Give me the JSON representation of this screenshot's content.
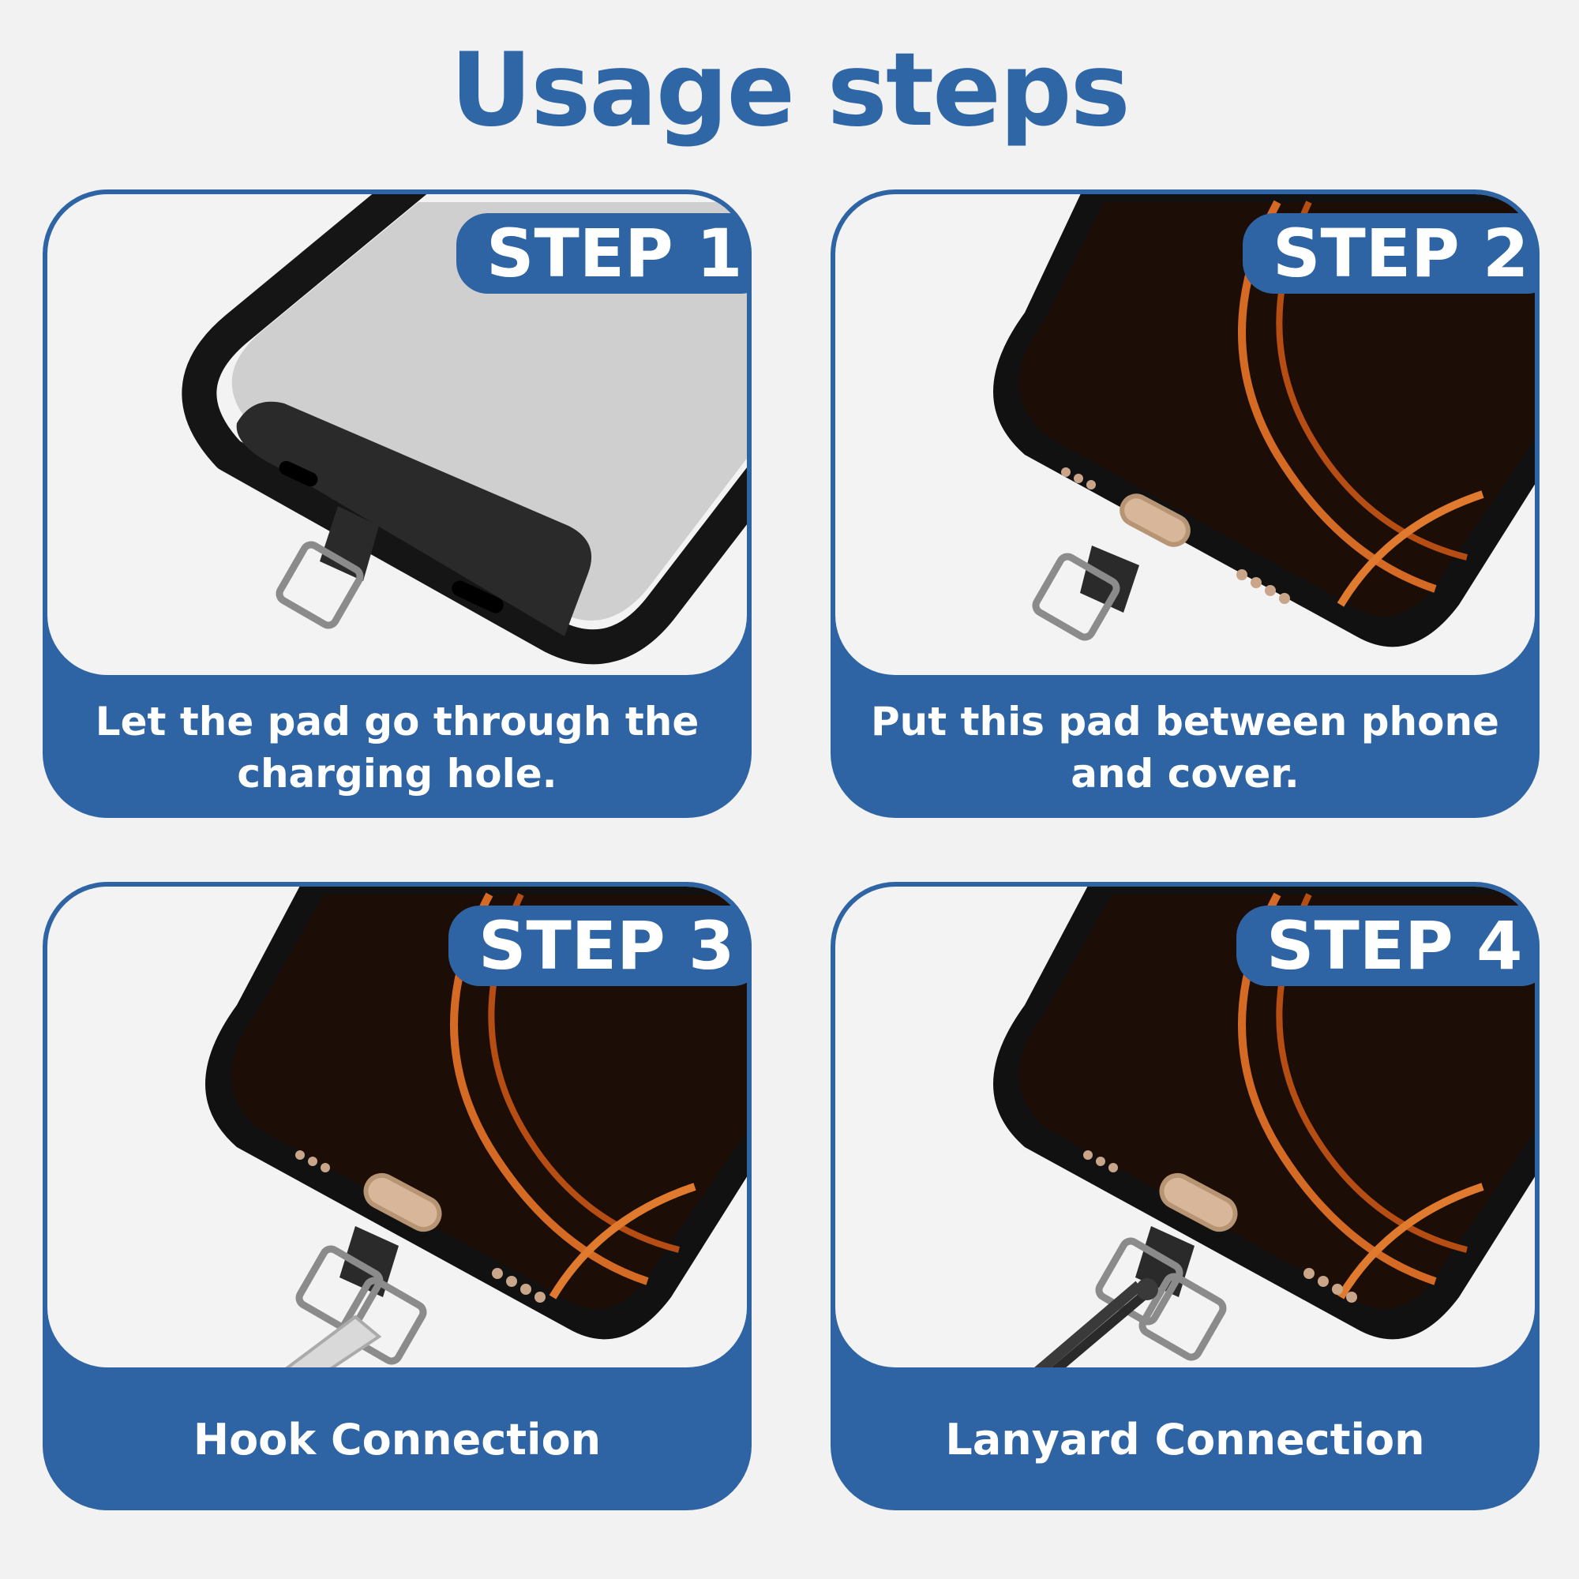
{
  "page": {
    "title": "Usage steps"
  },
  "colors": {
    "accent": "#2e64a3",
    "background": "#f2f2f2"
  },
  "steps": [
    {
      "badge": "STEP 1",
      "caption": "Let the pad go through the charging hole.",
      "illustration": "phone-case-with-pad-icon"
    },
    {
      "badge": "STEP 2",
      "caption": "Put this pad between phone and cover.",
      "illustration": "phone-with-pad-icon"
    },
    {
      "badge": "STEP 3",
      "caption": "Hook Connection",
      "illustration": "phone-with-hook-icon"
    },
    {
      "badge": "STEP 4",
      "caption": "Lanyard Connection",
      "illustration": "phone-with-lanyard-icon"
    }
  ]
}
